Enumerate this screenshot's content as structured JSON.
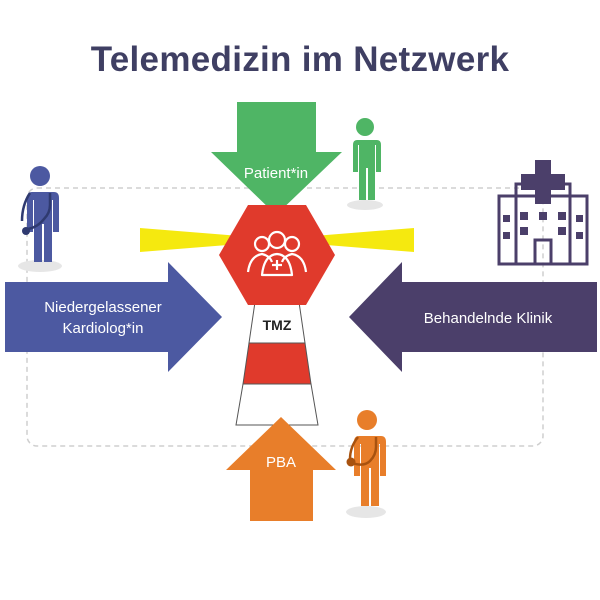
{
  "title": "Telemedizin im Netzwerk",
  "colors": {
    "title": "#3f3f63",
    "patient": "#4fb565",
    "kardiologe": "#4c59a1",
    "klinik": "#4b3f6a",
    "pba": "#e87e2a",
    "tmz": "#e03a2c",
    "beams": "#f5e90f",
    "outline": "#cfcfcf"
  },
  "nodes": {
    "patient": {
      "label": "Patient*in"
    },
    "kardiologe": {
      "label_line1": "Niedergelassener",
      "label_line2": "Kardiolog*in"
    },
    "klinik": {
      "label": "Behandelnde Klinik"
    },
    "pba": {
      "label": "PBA"
    },
    "tmz": {
      "label": "TMZ"
    }
  },
  "icons": {
    "patient": "person-icon",
    "kardiologe": "doctor-stethoscope-icon",
    "klinik": "hospital-icon",
    "pba": "nurse-stethoscope-icon",
    "team": "medical-team-icon"
  }
}
